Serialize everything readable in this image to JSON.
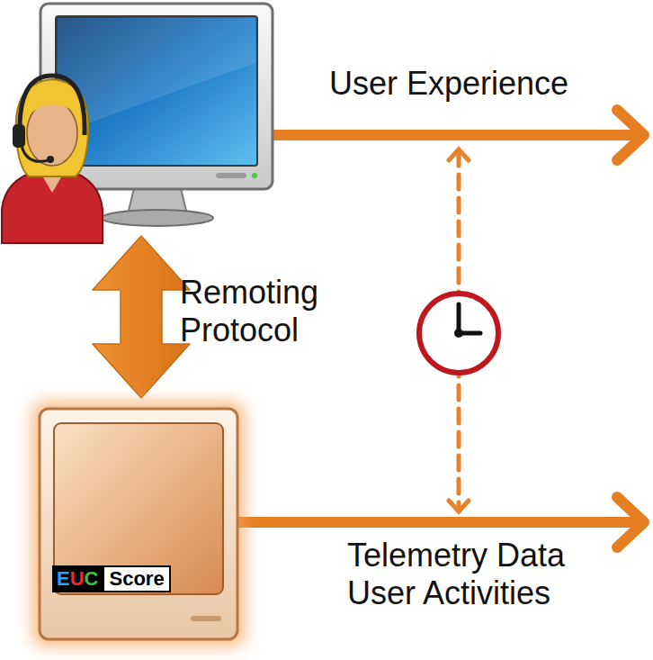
{
  "diagram": {
    "nodes": [
      {
        "text": [
          "EUC",
          "Score"
        ]
      }
    ],
    "labels": [
      "User Experience",
      "Remoting Protocol",
      "Telemetry Data User Activities"
    ]
  }
}
